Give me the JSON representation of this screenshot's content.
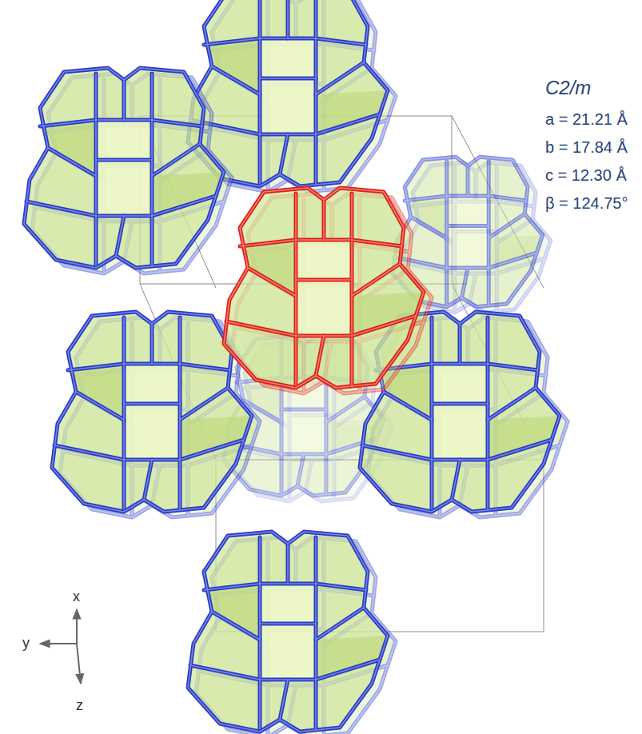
{
  "diagram": {
    "labels": [
      "C2/m",
      "a = 21.21 Å",
      "b = 17.84 Å",
      "c = 12.30 Å",
      "β = 124.75°",
      "x",
      "y",
      "z"
    ]
  }
}
